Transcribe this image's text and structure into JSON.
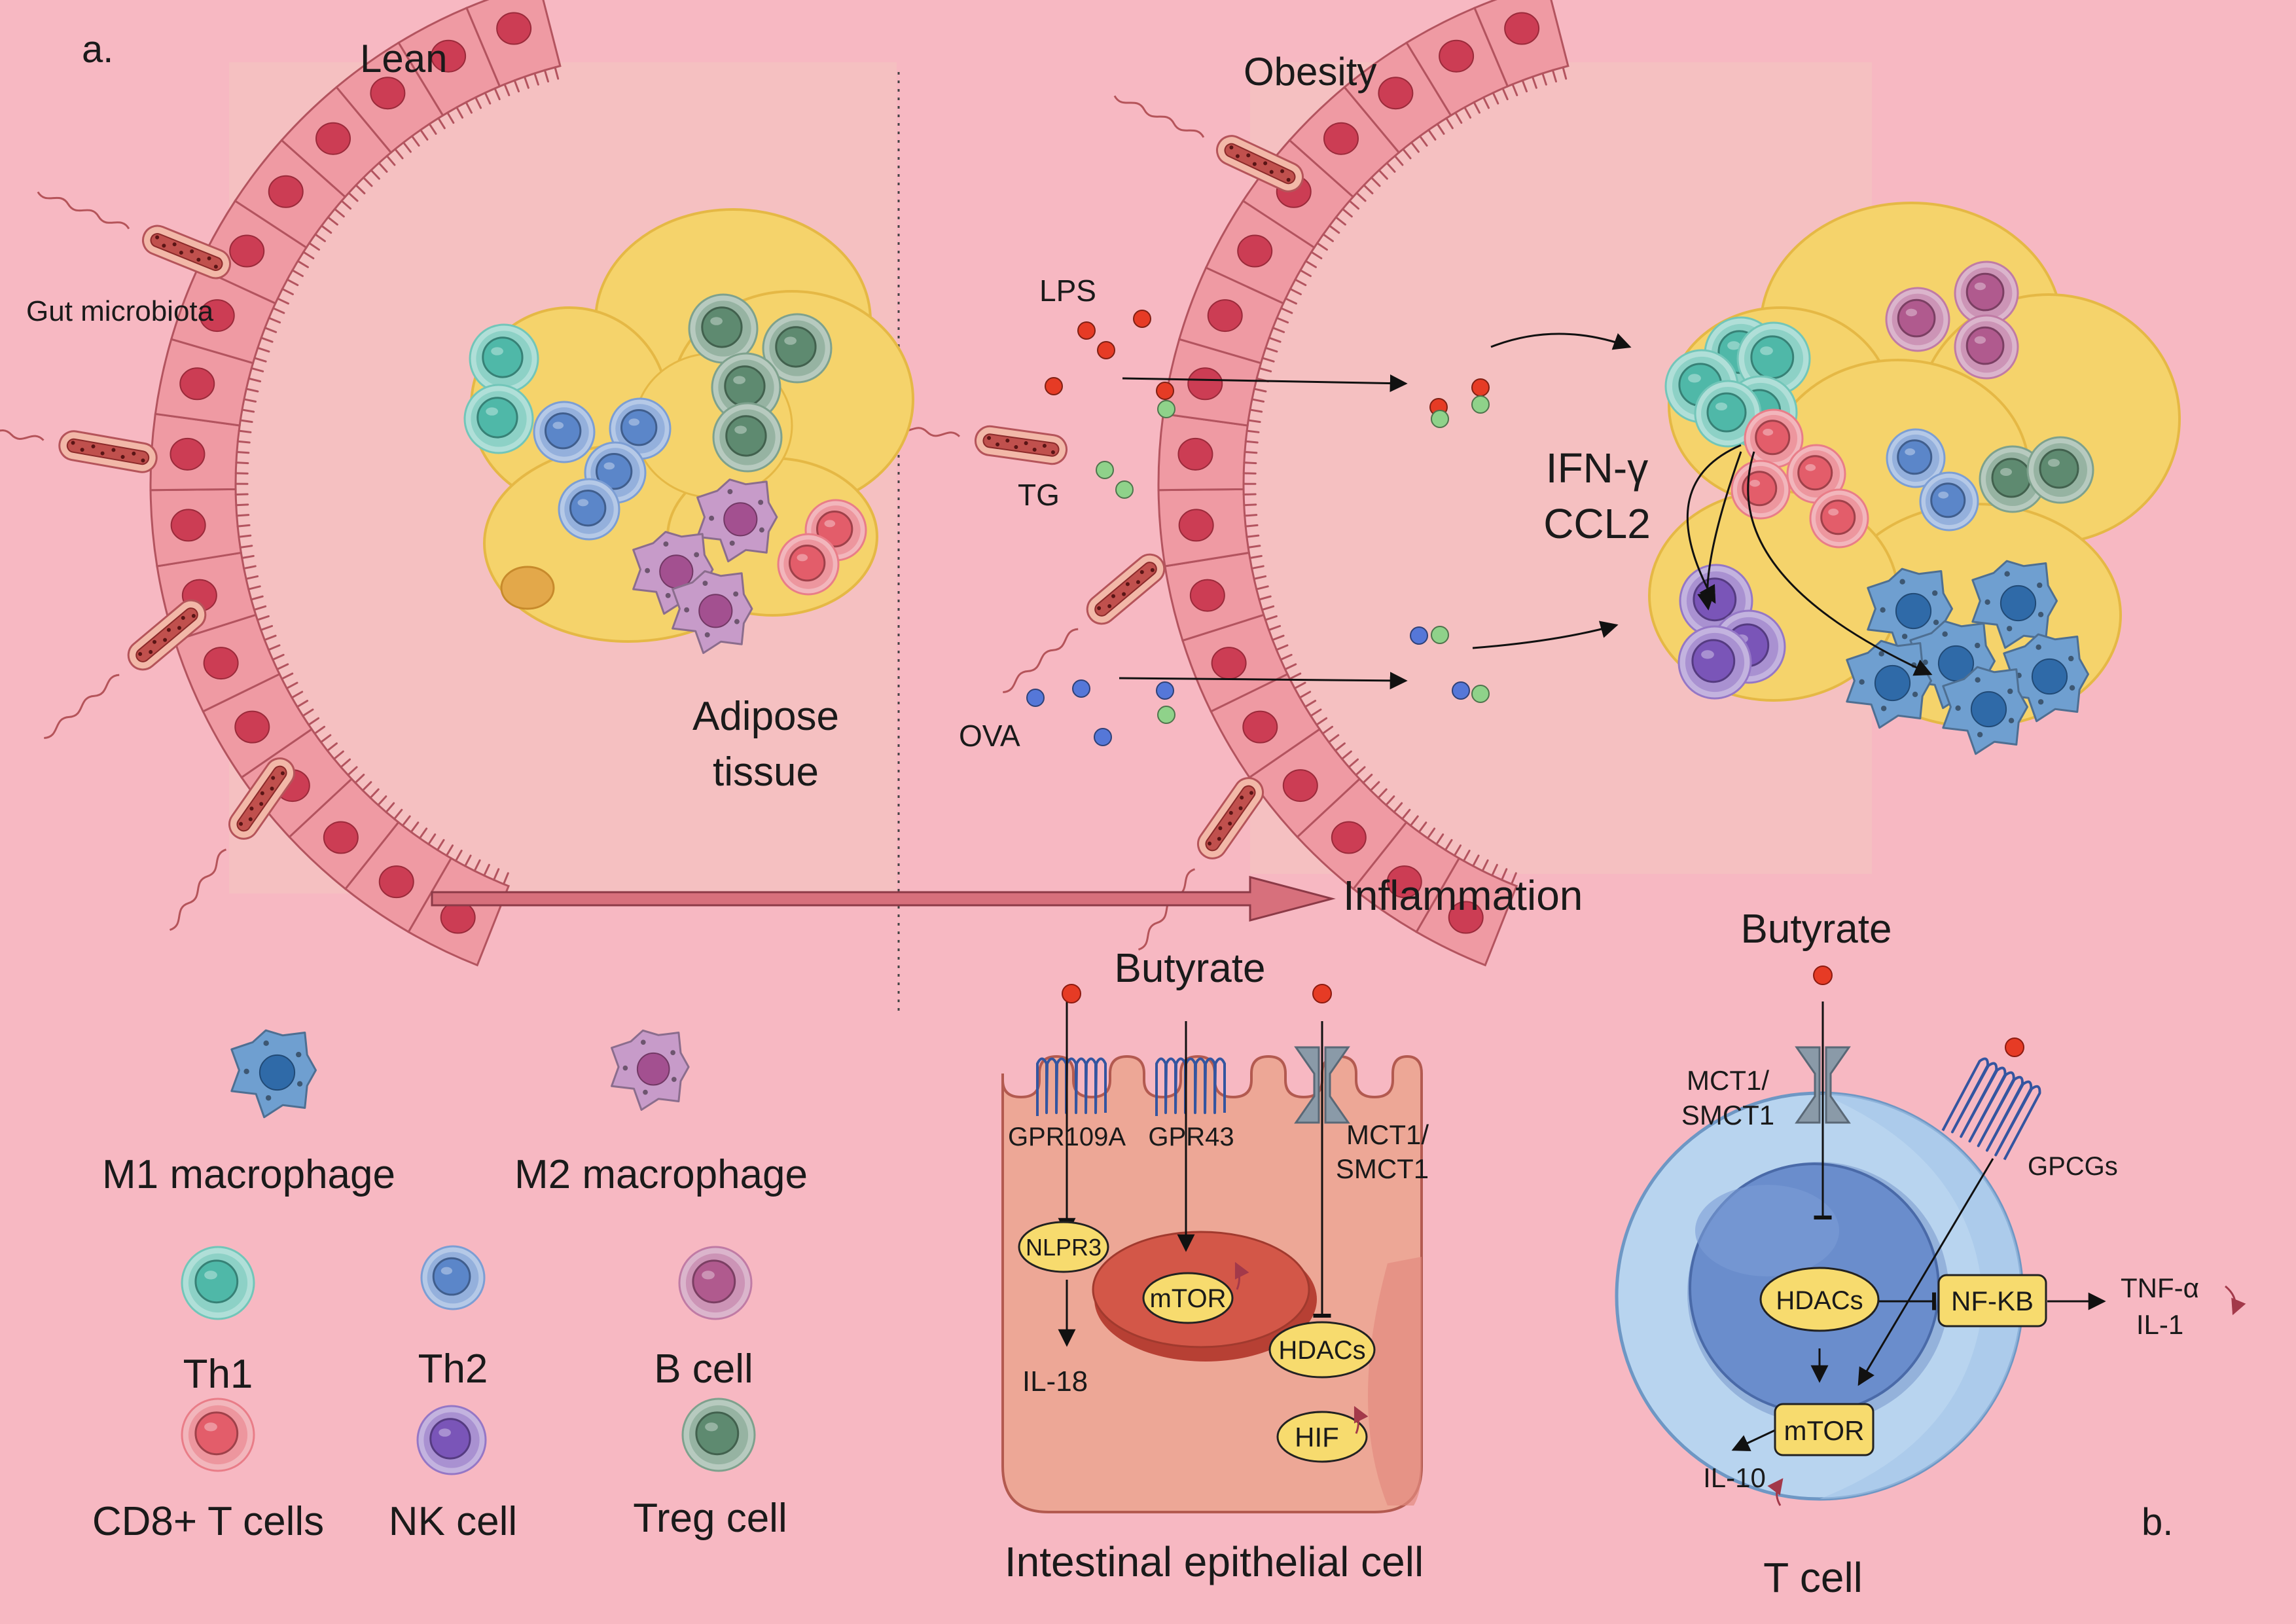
{
  "panel_a": {
    "panel_label": "a.",
    "lean_title": "Lean",
    "obesity_title": "Obesity",
    "gut_microbiota": "Gut microbiota",
    "adipose_line1": "Adipose",
    "adipose_line2": "tissue",
    "lps": "LPS",
    "tg": "TG",
    "ova": "OVA",
    "cytokine_1": "IFN-γ",
    "cytokine_2": "CCL2",
    "inflammation": "Inflammation"
  },
  "legend": {
    "m1": "M1 macrophage",
    "m2": "M2 macrophage",
    "th1": "Th1",
    "th2": "Th2",
    "bcell": "B cell",
    "cd8": "CD8+ T cells",
    "nk": "NK cell",
    "treg": "Treg cell"
  },
  "iec": {
    "butyrate": "Butyrate",
    "gpr109a": "GPR109A",
    "gpr43": "GPR43",
    "mct1": "MCT1/",
    "smct1": "SMCT1",
    "nlpr3": "NLPR3",
    "il18": "IL-18",
    "mtor": "mTOR",
    "hdacs": "HDACs",
    "hif": "HIF",
    "caption": "Intestinal epithelial cell"
  },
  "tcell": {
    "butyrate": "Butyrate",
    "mct1": "MCT1/",
    "smct1": "SMCT1",
    "gpcgs": "GPCGs",
    "hdacs": "HDACs",
    "nfkb": "NF-KB",
    "tnfa": "TNF-α",
    "il1": "IL-1",
    "mtor": "mTOR",
    "il10": "IL-10",
    "caption": "T cell",
    "panel_label": "b."
  },
  "colors": {
    "background": "#f7b8c2",
    "th1": "#4fb8a8",
    "th2": "#5b86c9",
    "bcell": "#b05a8e",
    "cd8": "#e35d6a",
    "nk": "#7a55b8",
    "treg": "#5e8a70",
    "m1": "#6f9fd0",
    "m2": "#c79bc9",
    "adipocyte": "#f5d36b",
    "epithelium": "#ef9aa3"
  }
}
